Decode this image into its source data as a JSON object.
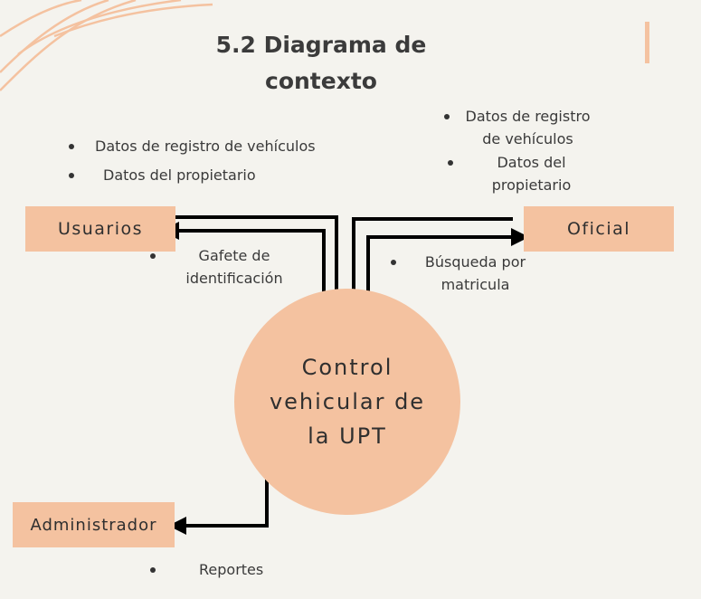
{
  "title": "5.2 Diagrama de contexto",
  "entities": {
    "usuarios": "Usuarios",
    "oficial": "Oficial",
    "administrador": "Administrador"
  },
  "process": "Control vehicular de la UPT",
  "notes": {
    "usuarios_in_1": "Datos de registro de vehículos",
    "usuarios_in_2": "Datos del propietario",
    "usuarios_out": "Gafete de identificación",
    "oficial_in_1": "Datos de registro de vehículos",
    "oficial_in_2": "Datos del propietario",
    "oficial_out": "Búsqueda por matricula",
    "admin_out": "Reportes"
  },
  "colors": {
    "background": "#f4f3ee",
    "accent": "#f4c2a0",
    "arrow": "#000000"
  }
}
